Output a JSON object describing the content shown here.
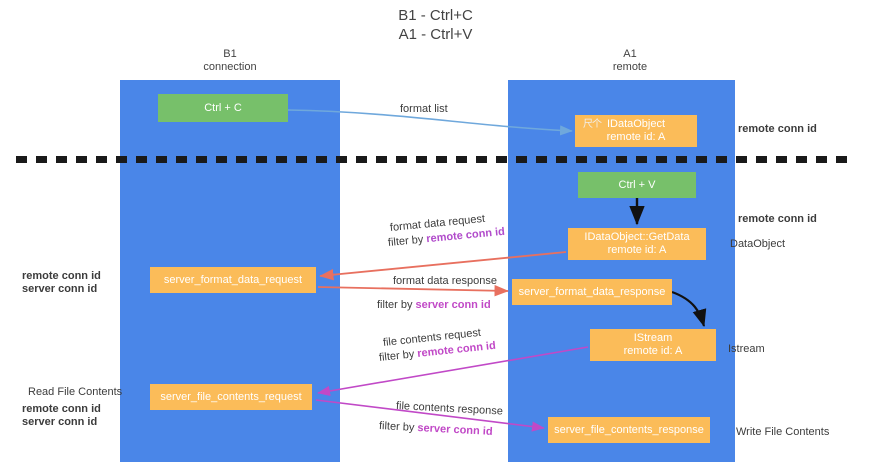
{
  "title": {
    "line1": "B1 - Ctrl+C",
    "line2": "A1 - Ctrl+V"
  },
  "lanes": [
    {
      "name": "B1",
      "sub": "connection",
      "color": "#4a86e8"
    },
    {
      "name": "A1",
      "sub": "remote",
      "color": "#4a86e8"
    }
  ],
  "nodes": {
    "ctrl_c": "Ctrl + C",
    "ctrl_v": "Ctrl + V",
    "idataobject": {
      "line1": "IDataObject",
      "line2": "remote id: A",
      "artifact": "尺个"
    },
    "getdata": {
      "line1": "IDataObject::GetData",
      "line2": "remote id: A"
    },
    "istream": {
      "line1": "IStream",
      "line2": "remote id: A"
    },
    "server_format_data_request": "server_format_data_request",
    "server_format_data_response": "server_format_data_response",
    "server_file_contents_request": "server_file_contents_request",
    "server_file_contents_response": "server_file_contents_response"
  },
  "arrow_labels": {
    "format_list": "format list",
    "format_data_request": "format data request",
    "format_data_request_filter_pre": "filter by ",
    "format_data_request_filter_key": "remote conn id",
    "format_data_response": "format data response",
    "format_data_response_filter_pre": "filter by ",
    "format_data_response_filter_key": "server conn id",
    "file_contents_request": "file contents request",
    "file_contents_request_filter_pre": "filter by ",
    "file_contents_request_filter_key": "remote conn id",
    "file_contents_response": "file contents response",
    "file_contents_response_filter_pre": "filter by ",
    "file_contents_response_filter_key": "server conn id"
  },
  "annotations": {
    "right_remote_conn_id_top": "remote conn id",
    "right_remote_conn_id_mid": "remote conn id",
    "dataobject": "DataObject",
    "istream": "Istream",
    "write_file_contents": "Write File Contents",
    "left_remote_conn_id_mid": "remote conn id",
    "left_server_conn_id_mid": "server conn id",
    "read_file_contents": "Read File Contents",
    "left_remote_conn_id_bottom": "remote conn id",
    "left_server_conn_id_bottom": "server conn id"
  },
  "colors": {
    "lane": "#4a86e8",
    "green_node": "#77c06a",
    "orange_node": "#fbbc59",
    "arrow_blue": "#6fa8dc",
    "arrow_red": "#e8705f",
    "arrow_magenta": "#c149c7",
    "arrow_black": "#000000",
    "key_purple": "#b14ccb",
    "key_green": "#6aa84f",
    "divider": "#1a1a1a"
  }
}
